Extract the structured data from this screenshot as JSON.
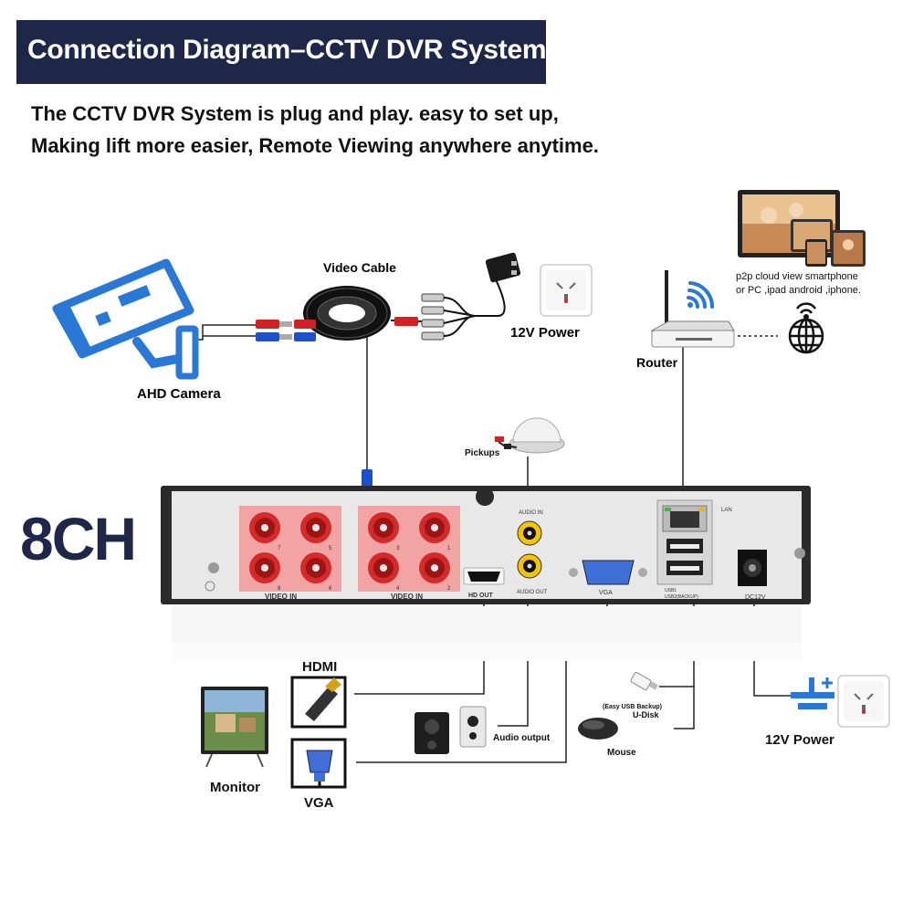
{
  "title": "Connection Diagram–CCTV DVR System",
  "subtitle_line1": "The CCTV DVR System is plug and play. easy to set up,",
  "subtitle_line2": "Making lift more easier, Remote Viewing anywhere anytime.",
  "channels_label": "8CH",
  "labels": {
    "video_cable": "Video Cable",
    "ahd_camera": "AHD Camera",
    "power_top": "12V Power",
    "router": "Router",
    "p2p_line1": "p2p cloud view smartphone",
    "p2p_line2": "or PC ,ipad android ,iphone.",
    "pickups": "Pickups",
    "hdmi": "HDMI",
    "monitor": "Monitor",
    "vga": "VGA",
    "audio_output": "Audio output",
    "usb_backup": "(Easy USB Backup)",
    "u_disk": "U-Disk",
    "mouse": "Mouse",
    "power_bottom": "12V Power"
  },
  "dvr_panel": {
    "video_in_left": "VIDEO IN",
    "video_in_right": "VIDEO IN",
    "hd_out": "HD OUT",
    "audio_in": "AUDIO IN",
    "audio_out": "AUDIO OUT",
    "vga": "VGA",
    "lan": "LAN",
    "usb1": "USB1",
    "usb2": "USB2(BACKUP)",
    "dc12v": "DC12V",
    "port_numbers": [
      "7",
      "5",
      "3",
      "1",
      "8",
      "6",
      "4",
      "2"
    ]
  },
  "colors": {
    "title_bg": "#1f2748",
    "accent_blue": "#2a78d6",
    "video_port_bg": "#f2a3a3",
    "dvr_body": "#2b2b2b",
    "dvr_panel": "#e8e8e8"
  }
}
